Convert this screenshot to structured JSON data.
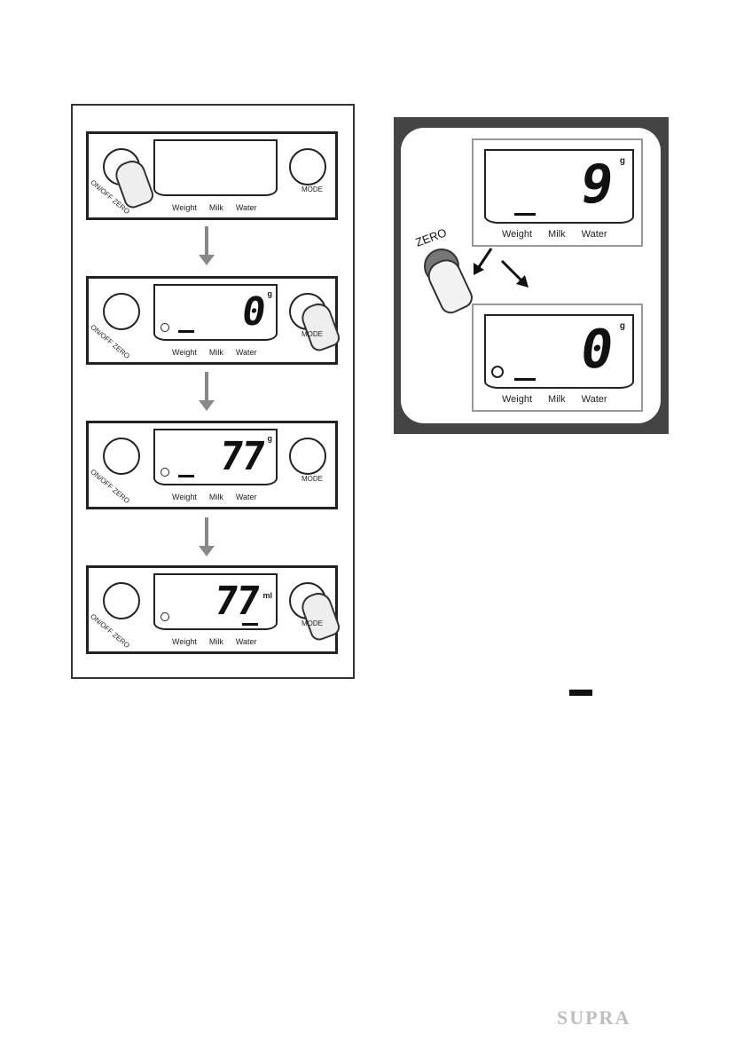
{
  "left_panel": {
    "steps": [
      {
        "lcd_digits": "",
        "unit": "",
        "left_button_label": "ON/OFF ZERO",
        "right_button_label": "MODE",
        "tabs": [
          "Weight",
          "Milk",
          "Water"
        ]
      },
      {
        "lcd_digits": "0",
        "unit": "g",
        "left_button_label": "ON/OFF ZERO",
        "right_button_label": "MODE",
        "tabs": [
          "Weight",
          "Milk",
          "Water"
        ]
      },
      {
        "lcd_digits": "77",
        "unit": "g",
        "left_button_label": "ON/OFF ZERO",
        "right_button_label": "MODE",
        "tabs": [
          "Weight",
          "Milk",
          "Water"
        ]
      },
      {
        "lcd_digits": "77",
        "unit": "ml",
        "left_button_label": "ON/OFF ZERO",
        "right_button_label": "MODE",
        "tabs": [
          "Weight",
          "Milk",
          "Water"
        ]
      }
    ]
  },
  "right_panel": {
    "zero_label": "ZERO",
    "top_display": {
      "digits": "9",
      "unit": "g",
      "tabs": [
        "Weight",
        "Milk",
        "Water"
      ]
    },
    "bottom_display": {
      "digits": "0",
      "unit": "g",
      "tabs": [
        "Weight",
        "Milk",
        "Water"
      ]
    }
  },
  "brand": "SUPRA",
  "icons": {
    "finger": "pressing-finger-icon",
    "arrow": "down-arrow-icon"
  }
}
